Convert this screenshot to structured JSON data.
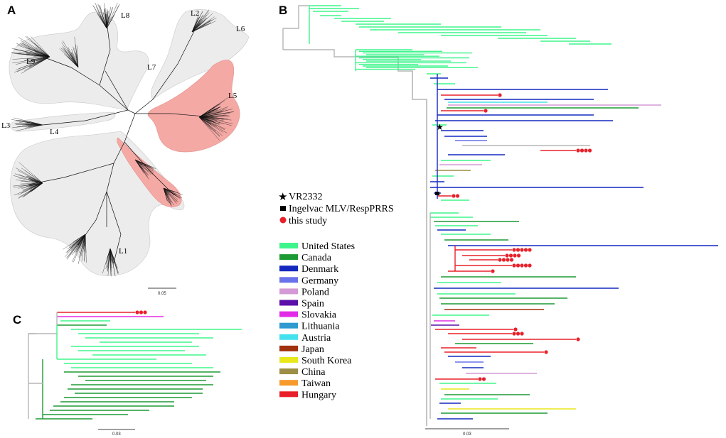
{
  "panels": {
    "a": {
      "letter": "A",
      "scale_label": "0.05",
      "clades": [
        "L8",
        "L2",
        "L6",
        "L7",
        "L9",
        "L5",
        "L3",
        "L4",
        "L1"
      ]
    },
    "b": {
      "letter": "B",
      "scale_label": "0.03"
    },
    "c": {
      "letter": "C",
      "scale_label": "0.03"
    }
  },
  "markers_legend": [
    {
      "symbol": "star",
      "label": "VR2332"
    },
    {
      "symbol": "square",
      "label": "Ingelvac MLV/RespPRRS"
    },
    {
      "symbol": "circle",
      "label": "this study",
      "color": "#e8202a"
    }
  ],
  "countries": [
    {
      "name": "United States",
      "color": "#3ef58c"
    },
    {
      "name": "Canada",
      "color": "#1d9a33"
    },
    {
      "name": "Denmark",
      "color": "#1428c0"
    },
    {
      "name": "Germany",
      "color": "#6a72ea"
    },
    {
      "name": "Poland",
      "color": "#d49ad6"
    },
    {
      "name": "Spain",
      "color": "#5a0fa8"
    },
    {
      "name": "Slovakia",
      "color": "#e22be6"
    },
    {
      "name": "Lithuania",
      "color": "#2e9ad0"
    },
    {
      "name": "Austria",
      "color": "#45e1ee"
    },
    {
      "name": "Japan",
      "color": "#a0320e"
    },
    {
      "name": "South Korea",
      "color": "#e9e71b"
    },
    {
      "name": "China",
      "color": "#9c8e44"
    },
    {
      "name": "Taiwan",
      "color": "#f59a2b"
    },
    {
      "name": "Hungary",
      "color": "#e8202a"
    }
  ],
  "colors": {
    "backbone": "#b5b5b5",
    "highlight": "#f4a9a5",
    "clade_fill": "#ececec"
  }
}
